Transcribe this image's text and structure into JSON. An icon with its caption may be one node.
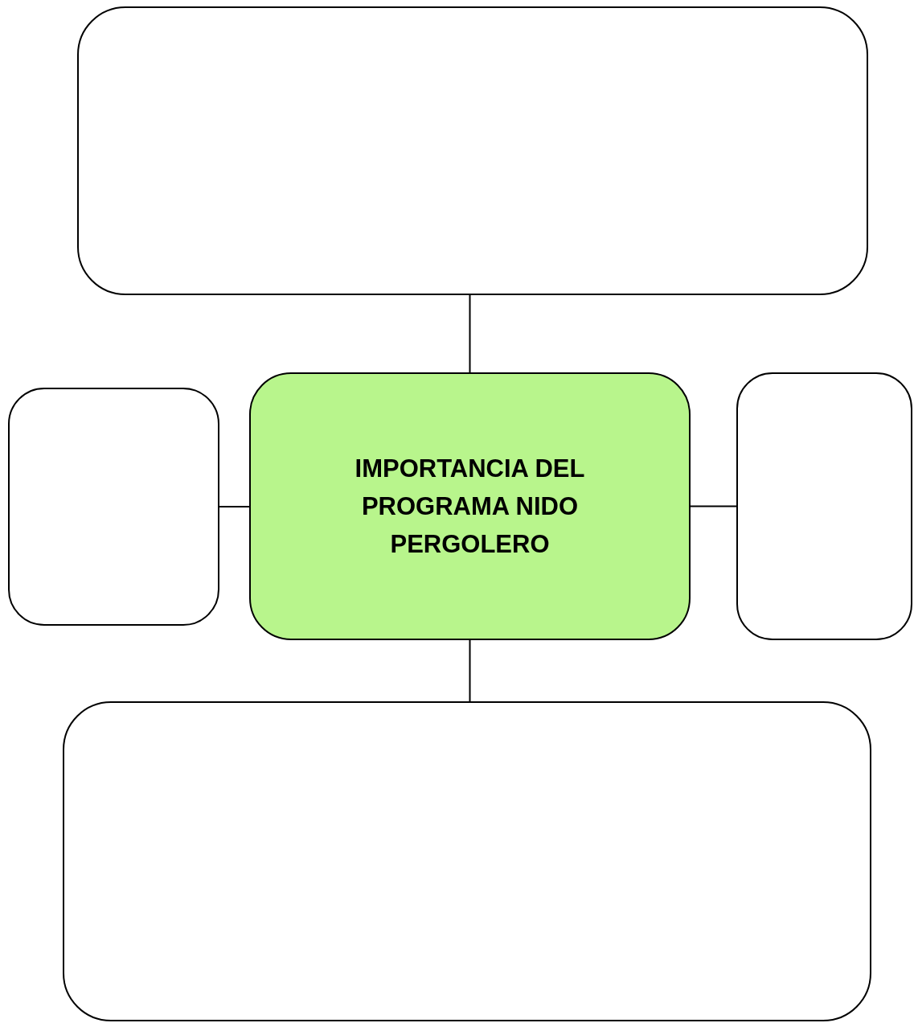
{
  "diagram": {
    "nodes": [
      {
        "text": [],
        "shape": "box"
      },
      {
        "text": [],
        "shape": "box"
      },
      {
        "text": [
          "IMPORTANCIA DEL PROGRAMA NIDO PERGOLERO"
        ]
      },
      {
        "text": [],
        "shape": "box"
      },
      {
        "text": [],
        "shape": "box"
      }
    ],
    "edges": [
      {
        "from": 2,
        "to": 0,
        "arrow": "none"
      },
      {
        "from": 2,
        "to": 1,
        "arrow": "none"
      },
      {
        "from": 2,
        "to": 3,
        "arrow": "none"
      },
      {
        "from": 2,
        "to": 4,
        "arrow": "none"
      }
    ]
  }
}
